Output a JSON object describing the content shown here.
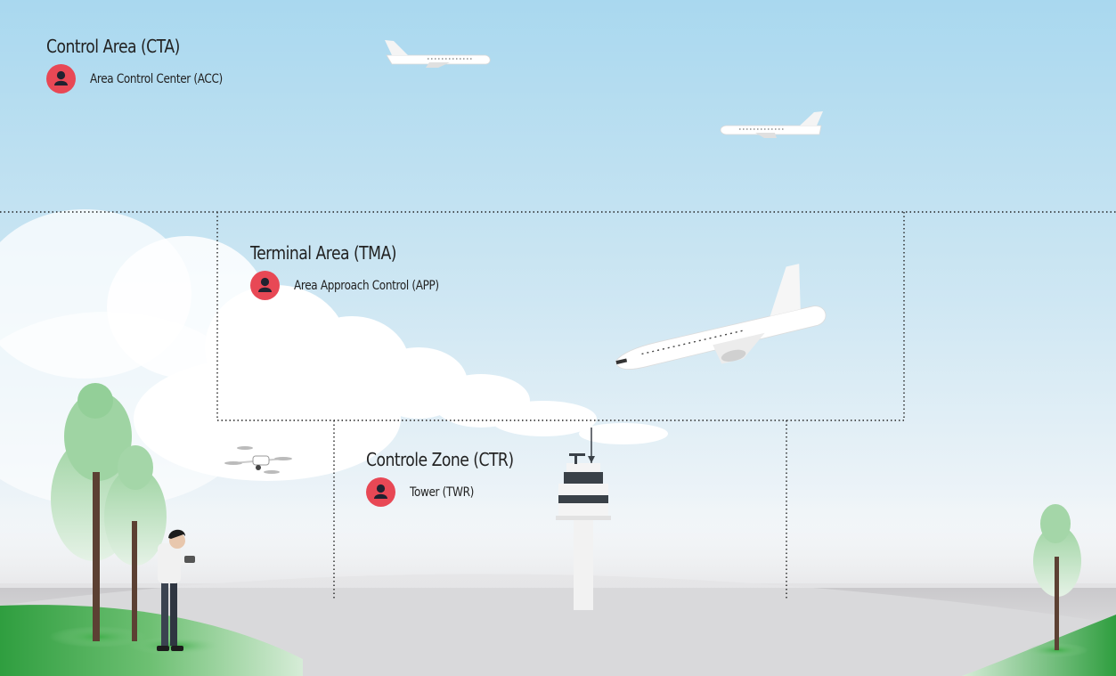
{
  "colors": {
    "sky_top": "#a9d8ef",
    "sky_bottom": "#eef4f8",
    "ground": "#cfcfd1",
    "grass": "#3fae49",
    "controller_badge": "#e84855",
    "controller_person": "#1f2230",
    "boundary_line": "#222222"
  },
  "icons": {
    "controller": "person-icon",
    "aircraft": "airplane-icon",
    "drone": "drone-icon",
    "tower": "control-tower-icon"
  },
  "zones": {
    "cta": {
      "title": "Control Area (CTA)",
      "controller": "Area Control Center (ACC)"
    },
    "tma": {
      "title": "Terminal Area (TMA)",
      "controller": "Area Approach Control (APP)"
    },
    "ctr": {
      "title": "Controle Zone (CTR)",
      "controller": "Tower (TWR)"
    }
  }
}
